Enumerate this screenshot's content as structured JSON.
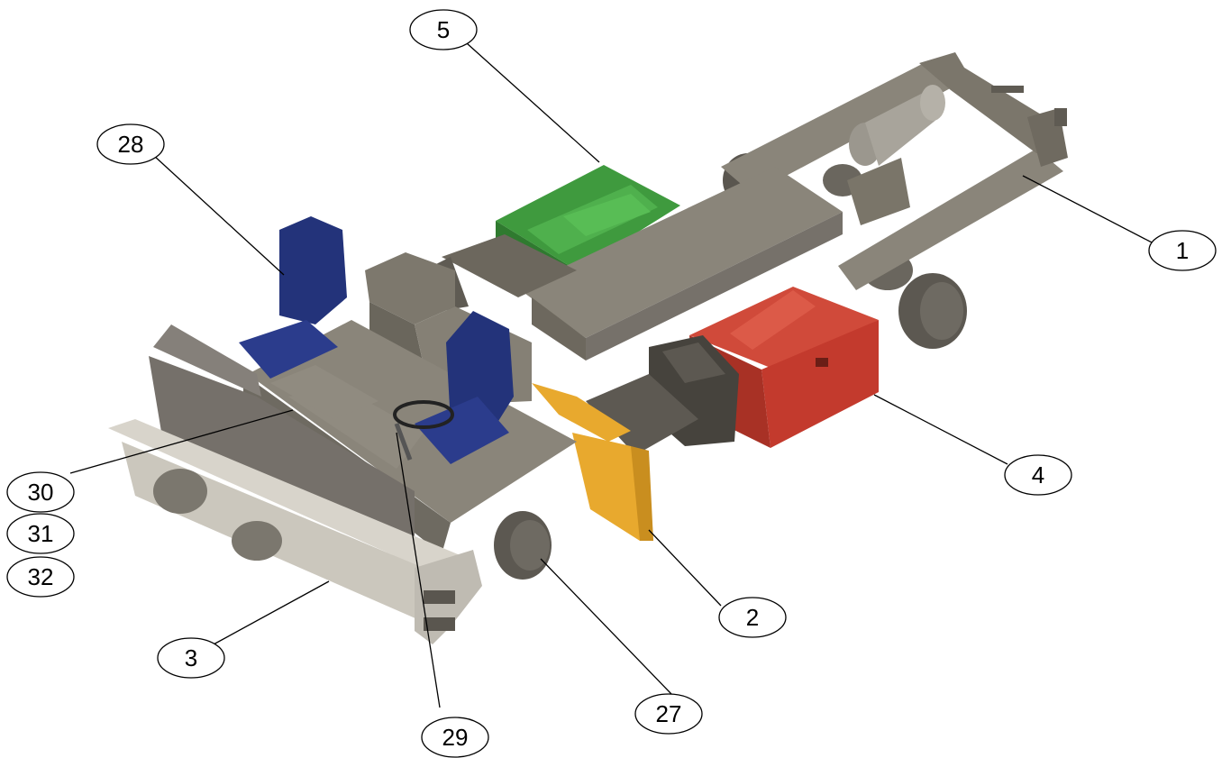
{
  "colors": {
    "frame": "#7c776c",
    "frame_dark": "#57534b",
    "frame_light": "#9a958a",
    "green_box": "#3f9a3e",
    "red_box": "#c33a2d",
    "yellow_part": "#e8a92e",
    "seat_blue": "#23337a",
    "bumper": "#d8d4cb",
    "tire": "#55524c"
  },
  "components": [
    {
      "id": "frame",
      "icon": "chassis-frame-icon"
    },
    {
      "id": "green-box",
      "icon": "battery-box-icon"
    },
    {
      "id": "red-box",
      "icon": "storage-box-icon"
    },
    {
      "id": "yellow-step",
      "icon": "step-bracket-icon"
    },
    {
      "id": "seat-left",
      "icon": "seat-icon"
    },
    {
      "id": "seat-right",
      "icon": "seat-icon"
    },
    {
      "id": "steering-wheel",
      "icon": "steering-wheel-icon"
    },
    {
      "id": "air-tank",
      "icon": "air-tank-icon"
    }
  ],
  "callouts": [
    {
      "label": "1"
    },
    {
      "label": "2"
    },
    {
      "label": "3"
    },
    {
      "label": "4"
    },
    {
      "label": "5"
    },
    {
      "label": "27"
    },
    {
      "label": "28"
    },
    {
      "label": "29"
    },
    {
      "label": "30"
    },
    {
      "label": "31"
    },
    {
      "label": "32"
    }
  ]
}
